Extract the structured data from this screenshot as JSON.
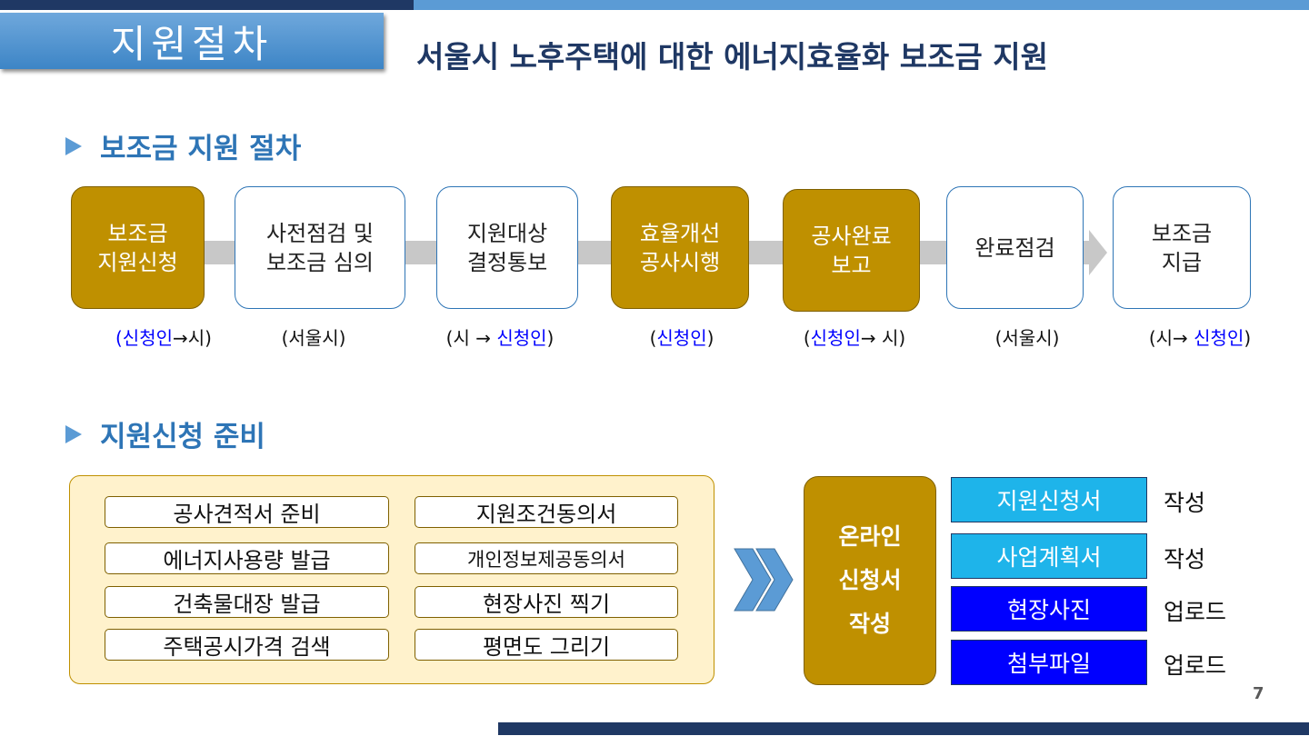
{
  "header": {
    "title": "지원절차",
    "subtitle": "서울시 노후주택에 대한 에너지효율화 보조금 지원"
  },
  "section1": {
    "title": "보조금 지원 절차",
    "steps": [
      {
        "label": "보조금\n지원신청",
        "style": "gold",
        "who": [
          [
            "(신청인",
            "b"
          ],
          [
            "→시)",
            ""
          ]
        ]
      },
      {
        "label": "사전점검 및\n보조금 심의",
        "style": "white",
        "who": [
          [
            "(서울시)",
            ""
          ]
        ]
      },
      {
        "label": "지원대상\n결정통보",
        "style": "white",
        "who": [
          [
            "(시 → ",
            ""
          ],
          [
            "신청인",
            "b"
          ],
          [
            ")",
            ""
          ]
        ]
      },
      {
        "label": "효율개선\n공사시행",
        "style": "gold",
        "who": [
          [
            "(",
            ""
          ],
          [
            "신청인",
            "b"
          ],
          [
            ")",
            ""
          ]
        ]
      },
      {
        "label": "공사완료\n보고",
        "style": "gold",
        "who": [
          [
            "(",
            ""
          ],
          [
            "신청인",
            "b"
          ],
          [
            "→ 시)",
            ""
          ]
        ]
      },
      {
        "label": "완료점검",
        "style": "white",
        "who": [
          [
            "(서울시)",
            ""
          ]
        ]
      },
      {
        "label": "보조금\n지급",
        "style": "white",
        "who": [
          [
            "(시→ ",
            ""
          ],
          [
            "신청인",
            "b"
          ],
          [
            ")",
            ""
          ]
        ]
      }
    ]
  },
  "section2": {
    "title": "지원신청 준비",
    "items_left": [
      "공사견적서 준비",
      "에너지사용량 발급",
      "건축물대장 발급",
      "주택공시가격 검색"
    ],
    "items_right": [
      "지원조건동의서",
      "개인정보제공동의서",
      "현장사진 찍기",
      "평면도 그리기"
    ],
    "online_label": [
      "온라인",
      "신청서",
      "작성"
    ],
    "docs": [
      {
        "label": "지원신청서",
        "action": "작성",
        "color": "#1eb4ea"
      },
      {
        "label": "사업계획서",
        "action": "작성",
        "color": "#1eb4ea"
      },
      {
        "label": "현장사진",
        "action": "업로드",
        "color": "#0000ff"
      },
      {
        "label": "첨부파일",
        "action": "업로드",
        "color": "#0000ff"
      }
    ]
  },
  "page_number": "7",
  "colors": {
    "gold": "#bf9000",
    "navy": "#1f3864",
    "blue": "#5b9bd5"
  }
}
